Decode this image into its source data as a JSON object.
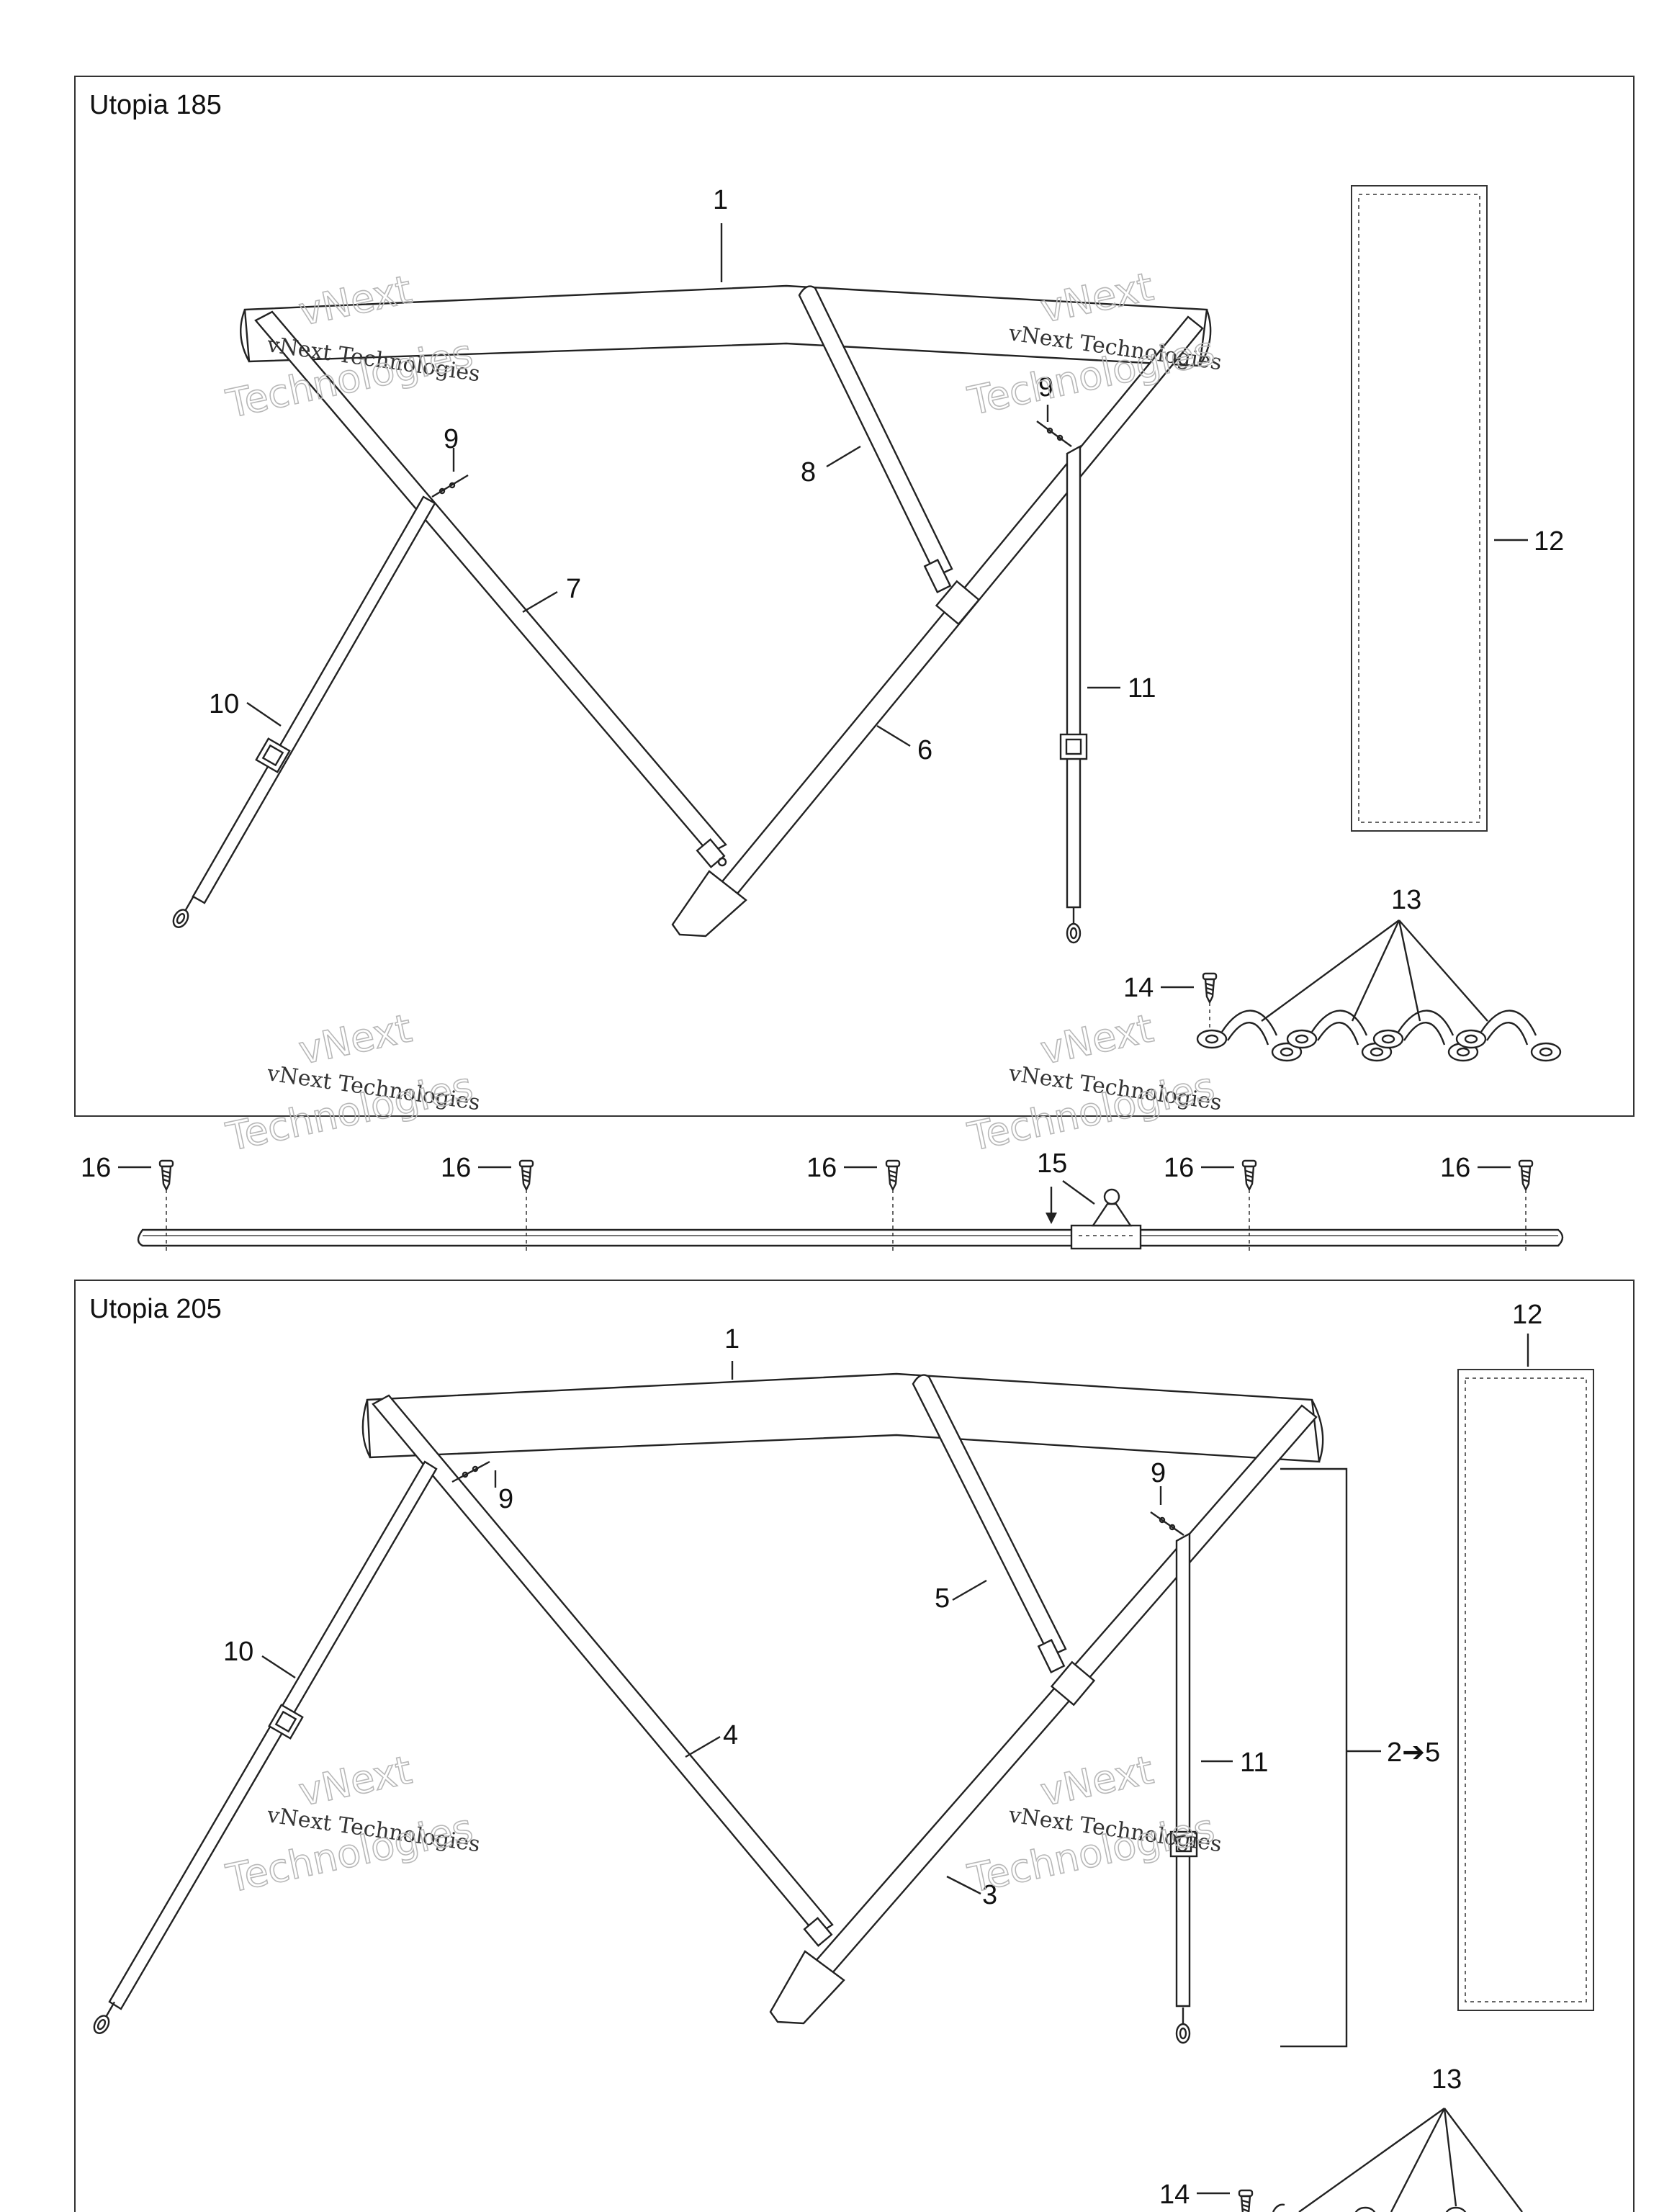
{
  "panels": {
    "top": {
      "title": "Utopia 185",
      "labels": {
        "l1": "1",
        "l6": "6",
        "l7": "7",
        "l8": "8",
        "l9a": "9",
        "l9b": "9",
        "l10": "10",
        "l11": "11",
        "l12": "12",
        "l13": "13",
        "l14": "14"
      }
    },
    "rail": {
      "labels": {
        "l16a": "16",
        "l16b": "16",
        "l16c": "16",
        "l16d": "16",
        "l16e": "16",
        "l15": "15"
      }
    },
    "bottom": {
      "title": "Utopia 205",
      "labels": {
        "l1": "1",
        "l3": "3",
        "l4": "4",
        "l5": "5",
        "l9a": "9",
        "l9b": "9",
        "l10": "10",
        "l11": "11",
        "l12": "12",
        "l13": "13",
        "l14": "14",
        "lrange": "2➔5"
      }
    }
  },
  "watermark": {
    "line1": "vNext Technologies",
    "line2": "vNext",
    "line3": "Technologies"
  }
}
